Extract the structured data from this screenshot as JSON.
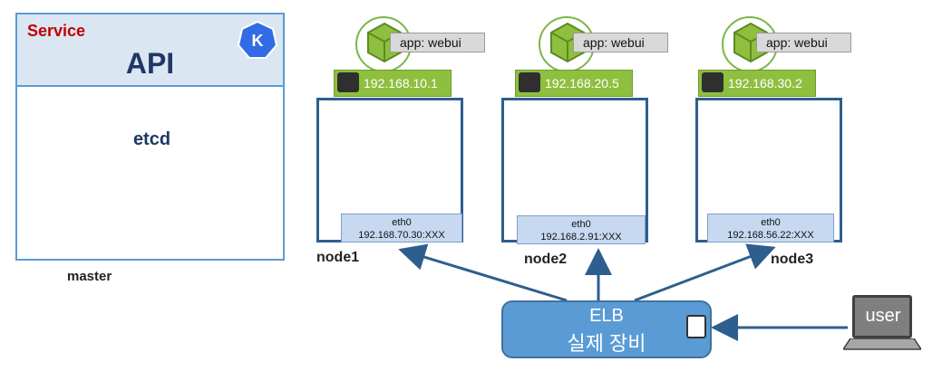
{
  "master": {
    "service_label": "Service",
    "api_label": "API",
    "etcd_label": "etcd",
    "name": "master",
    "icon": "kubernetes-icon",
    "icon_letter": "K"
  },
  "nodes": [
    {
      "name": "node1",
      "pod_ip": "192.168.10.1",
      "app_tag": "app: webui",
      "eth_name": "eth0",
      "eth_addr": "192.168.70.30:XXX"
    },
    {
      "name": "node2",
      "pod_ip": "192.168.20.5",
      "app_tag": "app: webui",
      "eth_name": "eth0",
      "eth_addr": "192.168.2.91:XXX"
    },
    {
      "name": "node3",
      "pod_ip": "192.168.30.2",
      "app_tag": "app: webui",
      "eth_name": "eth0",
      "eth_addr": "192.168.56.22:XXX"
    }
  ],
  "elb": {
    "title": "ELB",
    "subtitle": "실제 장비",
    "icon": "network-port-icon"
  },
  "client": {
    "label": "user",
    "icon": "laptop-icon"
  },
  "colors": {
    "node_border": "#2e5e8e",
    "pod_green": "#8fbf3f",
    "service_red": "#c00000",
    "elb_blue": "#5b9bd5"
  }
}
